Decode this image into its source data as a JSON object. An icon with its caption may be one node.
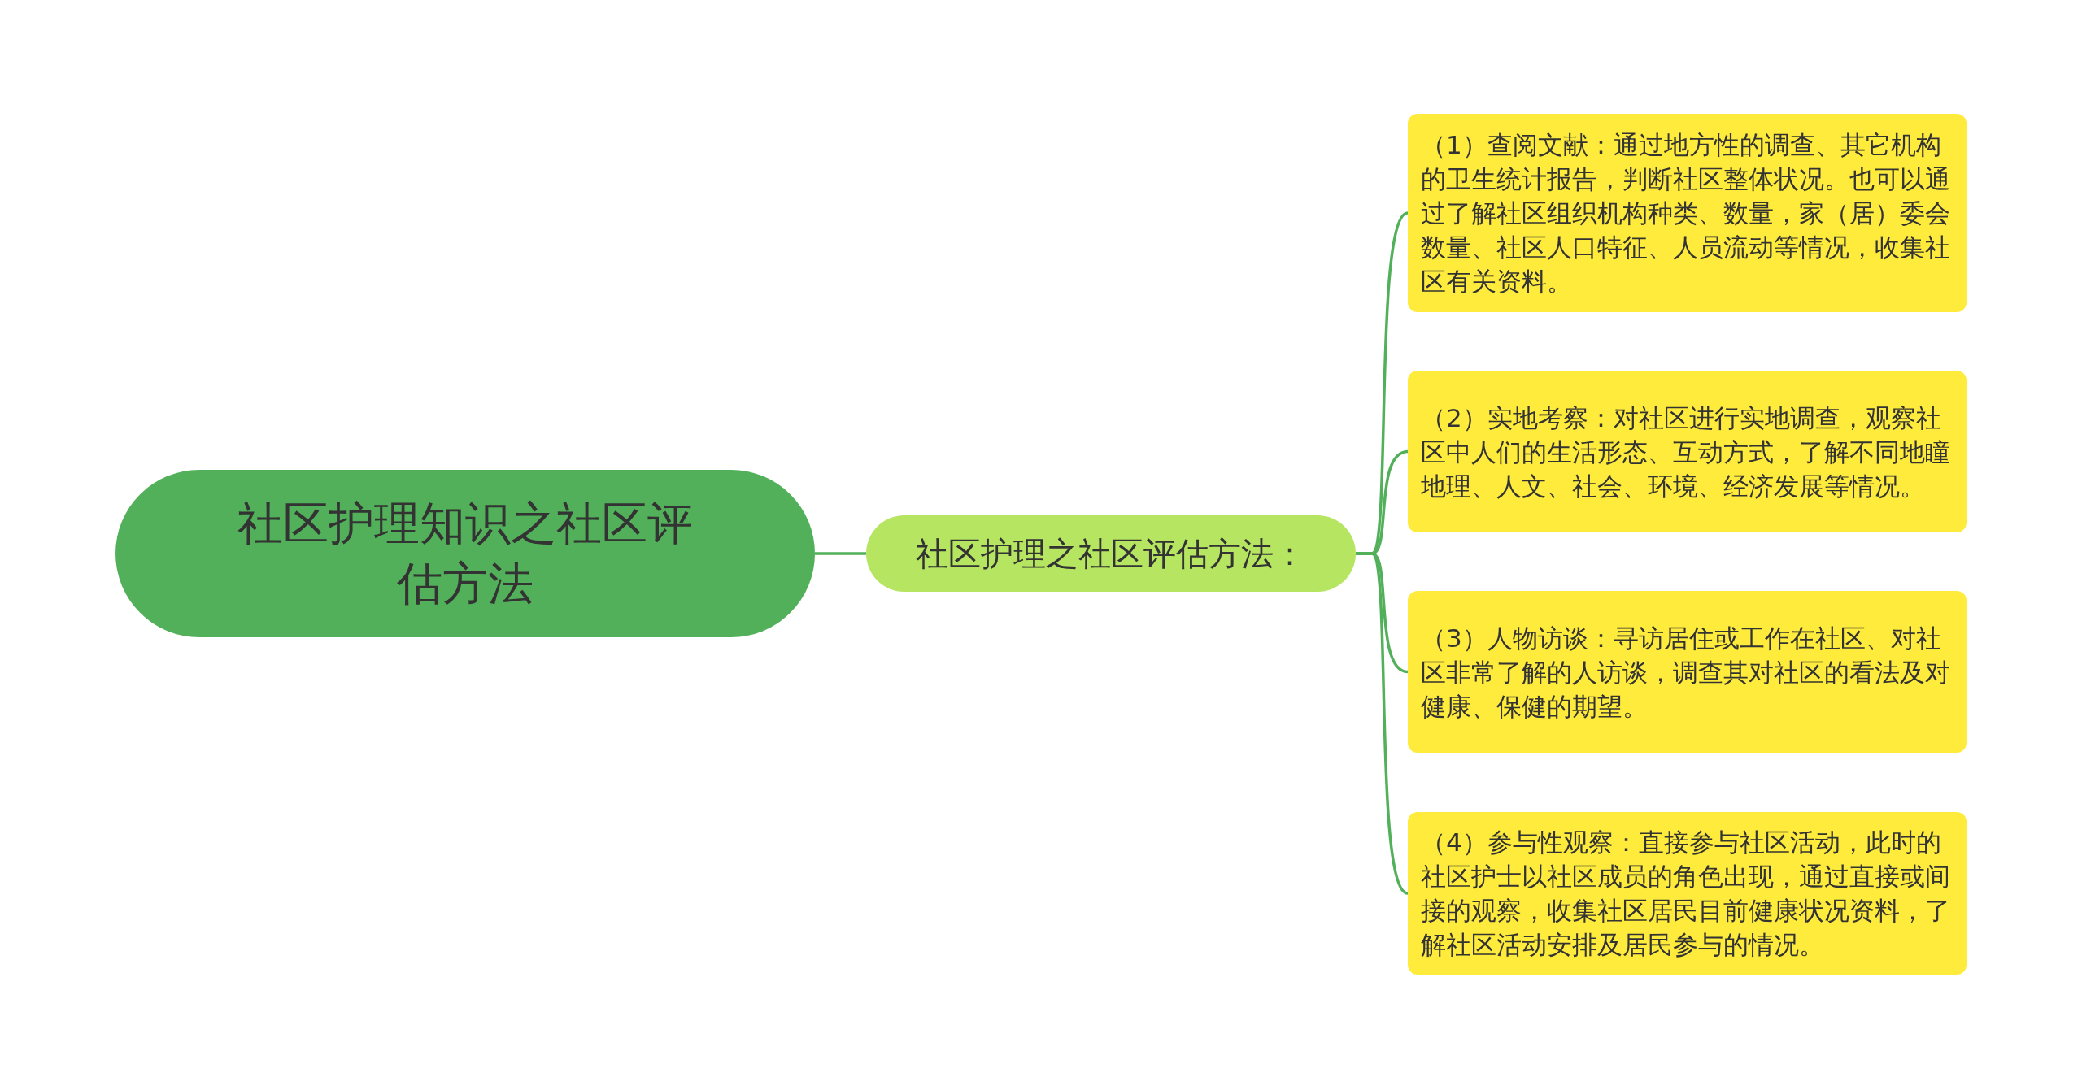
{
  "diagram": {
    "nodes": [
      {
        "text": [
          "社区护理知识之社区评估方法"
        ]
      },
      {
        "text": [
          "社区护理之社区评估方法："
        ]
      },
      {
        "text": [
          "（1）查阅文献：通过地方性的调查、其它机构的卫生统计报告，判断社区整体状况。也可以通过了解社区组织机构种类、数量，家（居）委会数量、社区人口特征、人员流动等情况，收集社区有关资料。"
        ]
      },
      {
        "text": [
          "（2）实地考察：对社区进行实地调查，观察社区中人们的生活形态、互动方式，了解不同地瞳地理、人文、社会、环境、经济发展等情况。"
        ]
      },
      {
        "text": [
          "（3）人物访谈：寻访居住或工作在社区、对社区非常了解的人访谈，调查其对社区的看法及对健康、保健的期望。"
        ]
      },
      {
        "text": [
          "（4）参与性观察：直接参与社区活动，此时的社区护士以社区成员的角色出现，通过直接或间接的观察，收集社区居民目前健康状况资料，了解社区活动安排及居民参与的情况。"
        ]
      }
    ],
    "edges": [
      {
        "from": 0,
        "to": 1,
        "arrow": "none"
      },
      {
        "from": 1,
        "to": 2,
        "arrow": "none"
      },
      {
        "from": 1,
        "to": 3,
        "arrow": "none"
      },
      {
        "from": 1,
        "to": 4,
        "arrow": "none"
      },
      {
        "from": 1,
        "to": 5,
        "arrow": "none"
      }
    ]
  }
}
